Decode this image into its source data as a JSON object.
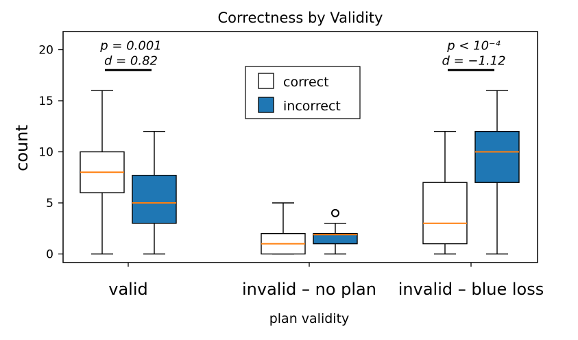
{
  "chart_data": {
    "type": "box",
    "title": "Correctness by Validity",
    "xlabel": "plan validity",
    "ylabel": "count",
    "ylim": [
      -1,
      22
    ],
    "yticks": [
      0,
      5,
      10,
      15,
      20
    ],
    "categories": [
      "valid",
      "invalid – no plan",
      "invalid – blue loss"
    ],
    "legend": {
      "position": "upper-center",
      "entries": [
        {
          "name": "correct",
          "color": "#ffffff"
        },
        {
          "name": "incorrect",
          "color": "#1f77b4"
        }
      ]
    },
    "series": [
      {
        "name": "correct",
        "color": "#ffffff",
        "boxes": [
          {
            "whislo": 0,
            "q1": 6,
            "med": 8,
            "q3": 10,
            "whishi": 16,
            "fliers": []
          },
          {
            "whislo": 0,
            "q1": 0,
            "med": 1,
            "q3": 2,
            "whishi": 5,
            "fliers": []
          },
          {
            "whislo": 0,
            "q1": 1,
            "med": 3,
            "q3": 7,
            "whishi": 12,
            "fliers": []
          }
        ]
      },
      {
        "name": "incorrect",
        "color": "#1f77b4",
        "boxes": [
          {
            "whislo": 0,
            "q1": 3,
            "med": 5,
            "q3": 7.7,
            "whishi": 12,
            "fliers": []
          },
          {
            "whislo": 0,
            "q1": 1,
            "med": 1.9,
            "q3": 2,
            "whishi": 3,
            "fliers": [
              4
            ]
          },
          {
            "whislo": 0,
            "q1": 7,
            "med": 10,
            "q3": 12,
            "whishi": 16,
            "fliers": []
          }
        ]
      }
    ],
    "median_color": "#ff7f0e",
    "annotations": [
      {
        "group": 0,
        "p": "p = 0.001",
        "d": "d = 0.82",
        "y": 18
      },
      {
        "group": 2,
        "p": "p < 10⁻⁴",
        "d": "d = −1.12",
        "y": 18
      }
    ]
  }
}
